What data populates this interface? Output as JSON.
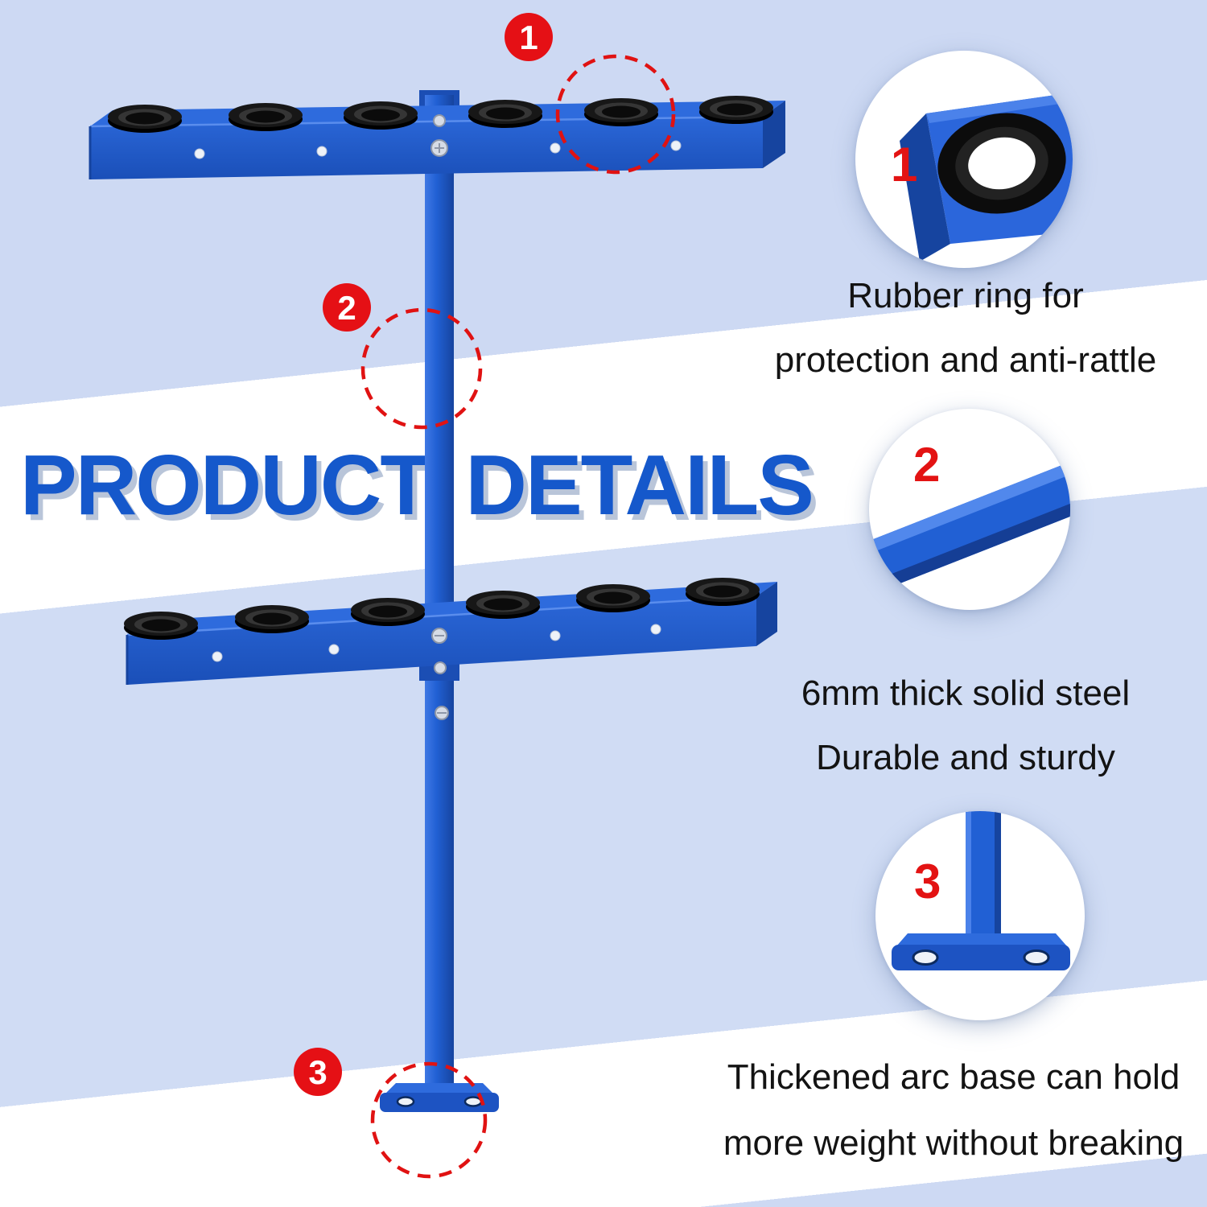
{
  "page": {
    "title_left": "PRODUCT",
    "title_right": "DETAILS"
  },
  "callouts": [
    {
      "number": "1",
      "line1": "Rubber ring for",
      "line2": "protection and anti-rattle"
    },
    {
      "number": "2",
      "line1": "6mm thick solid steel",
      "line2": "Durable and sturdy"
    },
    {
      "number": "3",
      "line1": "Thickened arc base can hold",
      "line2": "more weight without breaking"
    }
  ],
  "colors": {
    "product_blue": "#2160d4",
    "product_blue_dark": "#16449f",
    "product_blue_light": "#2e6bdd",
    "accent_red": "#e31313",
    "background_blue": "#cdd9f3",
    "ring_black": "#141414"
  }
}
